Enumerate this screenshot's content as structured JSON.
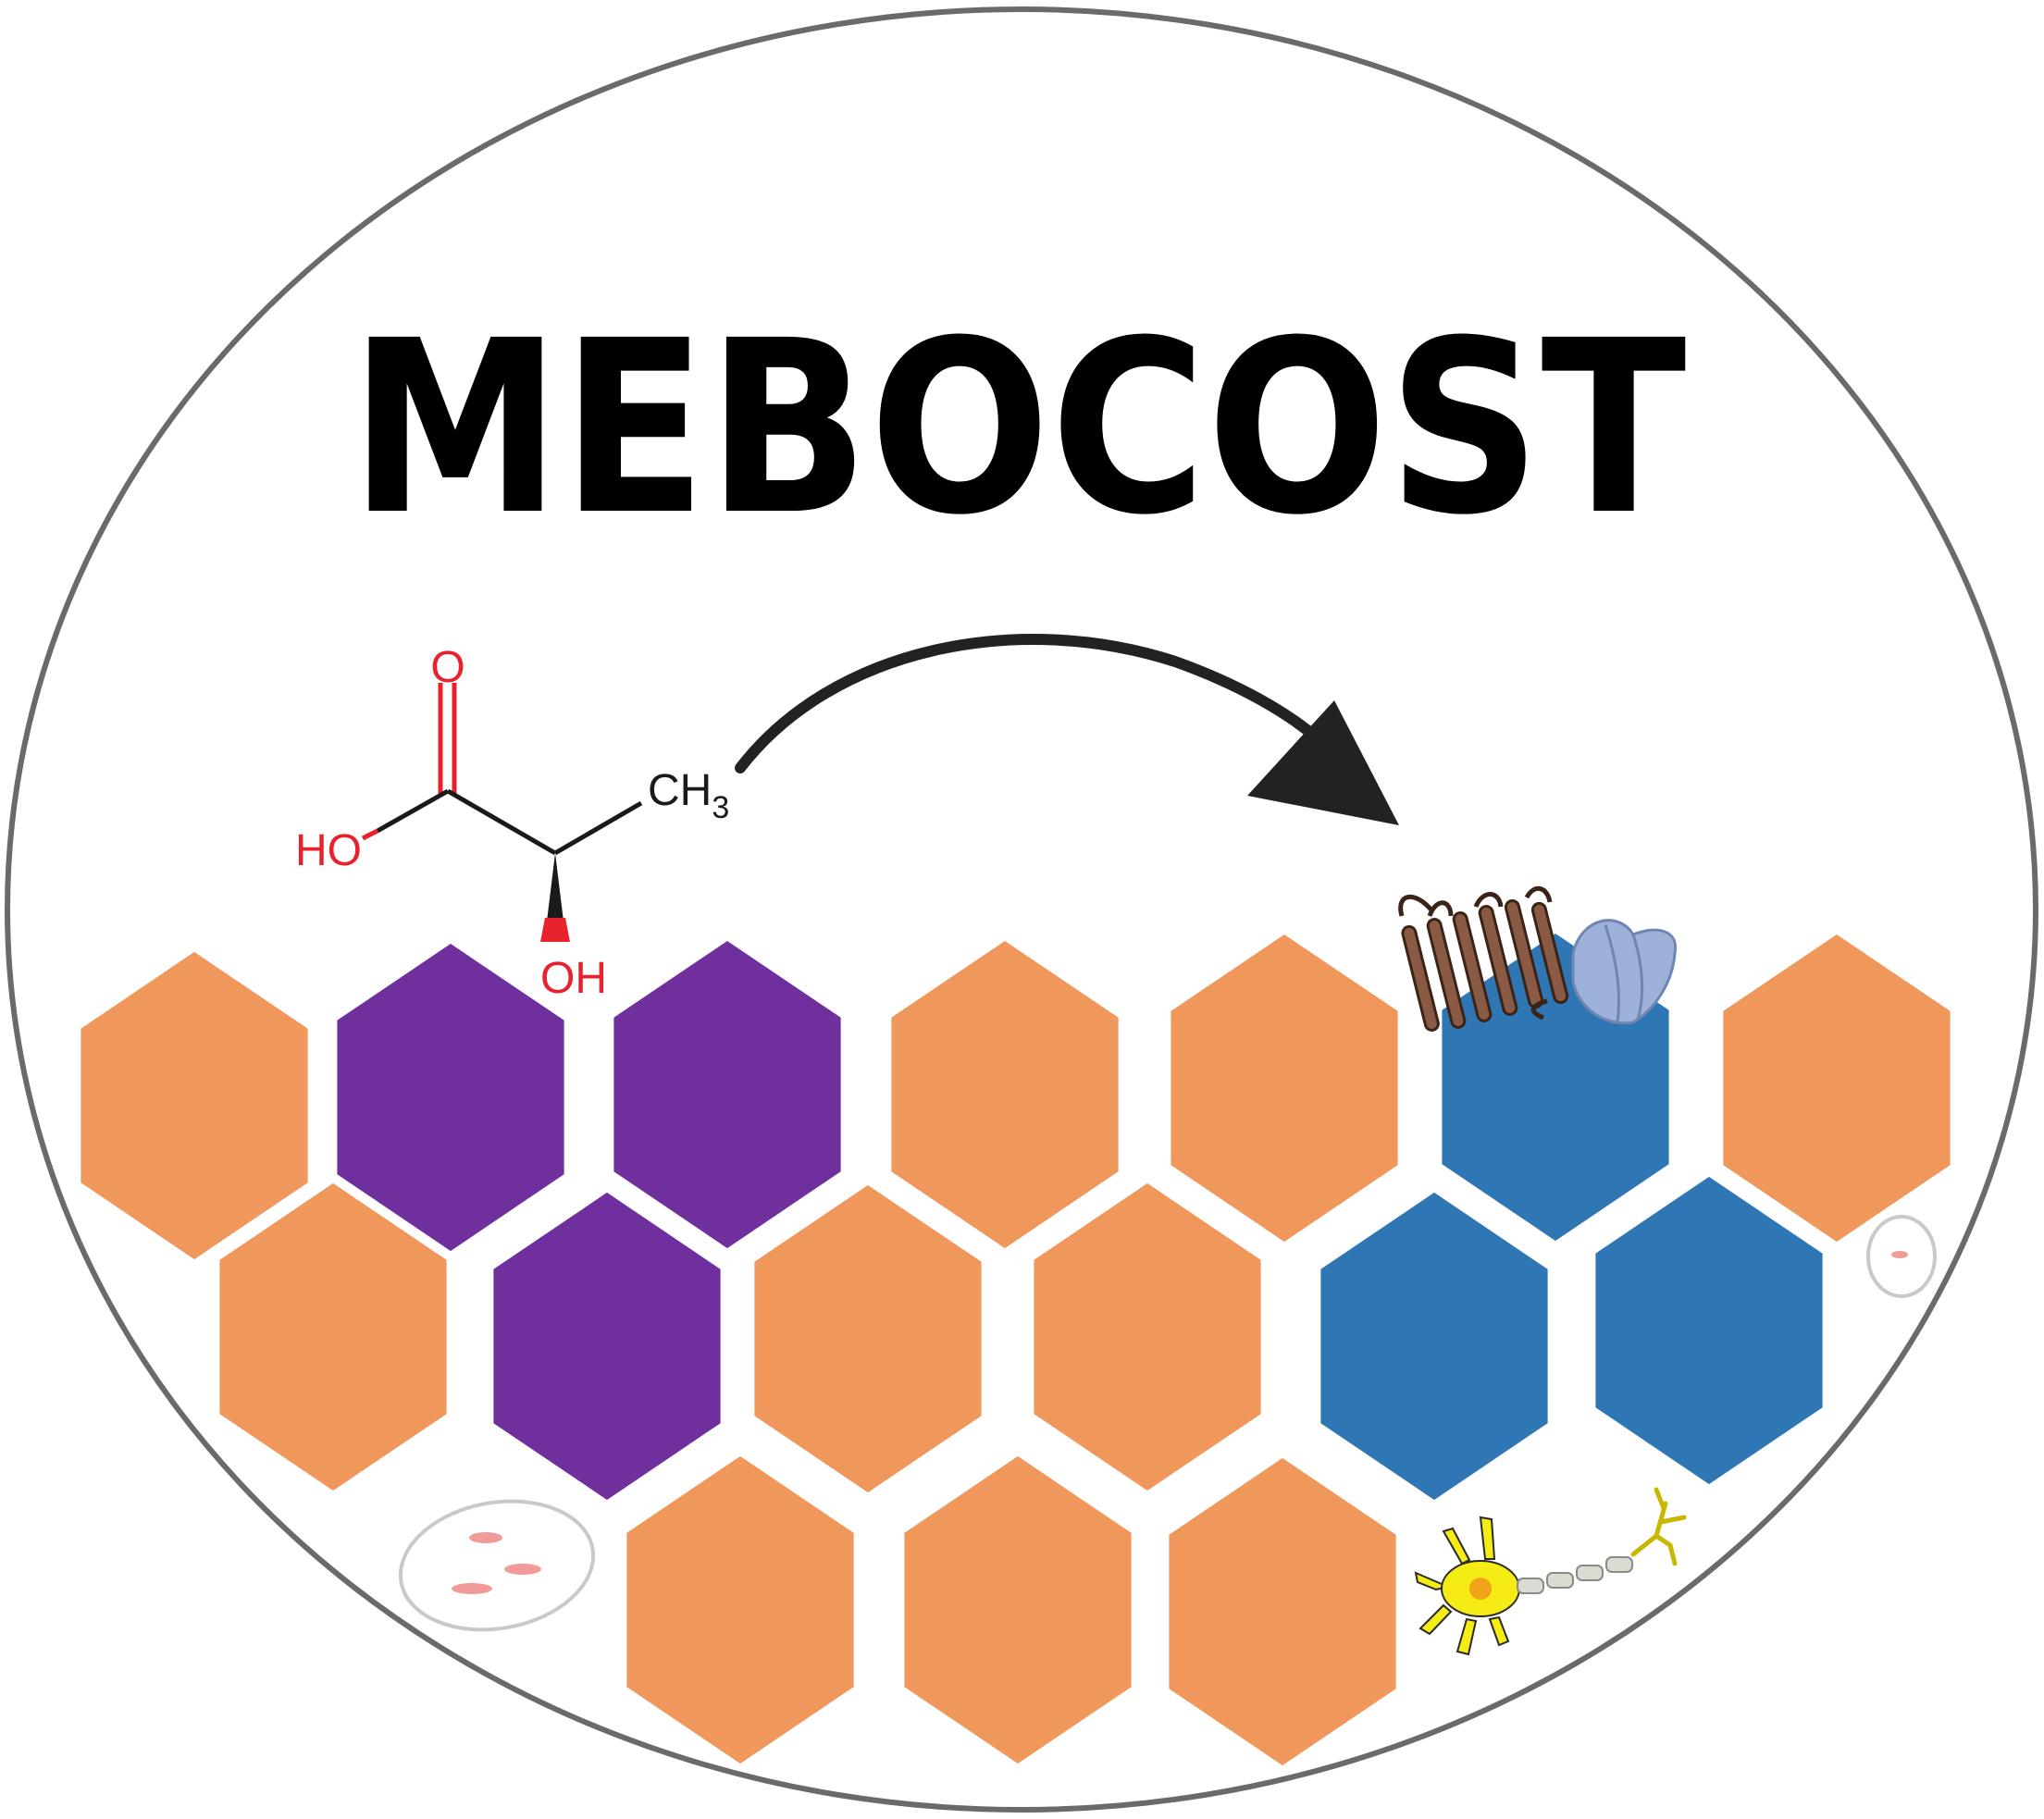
{
  "title": "MEBOCOST",
  "molecule": {
    "top_oxygen": "O",
    "hydroxyl_left": "HO",
    "methyl": "CH",
    "methyl_sub": "3",
    "hydroxyl_bottom": "OH"
  },
  "colors": {
    "orange": "#f0975c",
    "purple": "#6f2f9d",
    "blue": "#2f76b5",
    "border": "#6b6969",
    "arrow": "#222222",
    "atom_red": "#e8222c"
  },
  "hexagons": [
    {
      "color": "orange"
    },
    {
      "color": "purple"
    },
    {
      "color": "purple"
    },
    {
      "color": "orange"
    },
    {
      "color": "orange"
    },
    {
      "color": "blue"
    },
    {
      "color": "orange"
    },
    {
      "color": "orange"
    },
    {
      "color": "purple"
    },
    {
      "color": "orange"
    },
    {
      "color": "orange"
    },
    {
      "color": "blue"
    },
    {
      "color": "blue"
    },
    {
      "color": "orange"
    },
    {
      "color": "orange"
    },
    {
      "color": "orange"
    }
  ],
  "icons": [
    "receptor-icon",
    "transporter-icon",
    "neuron-icon",
    "cell-icon",
    "small-cell-icon"
  ]
}
